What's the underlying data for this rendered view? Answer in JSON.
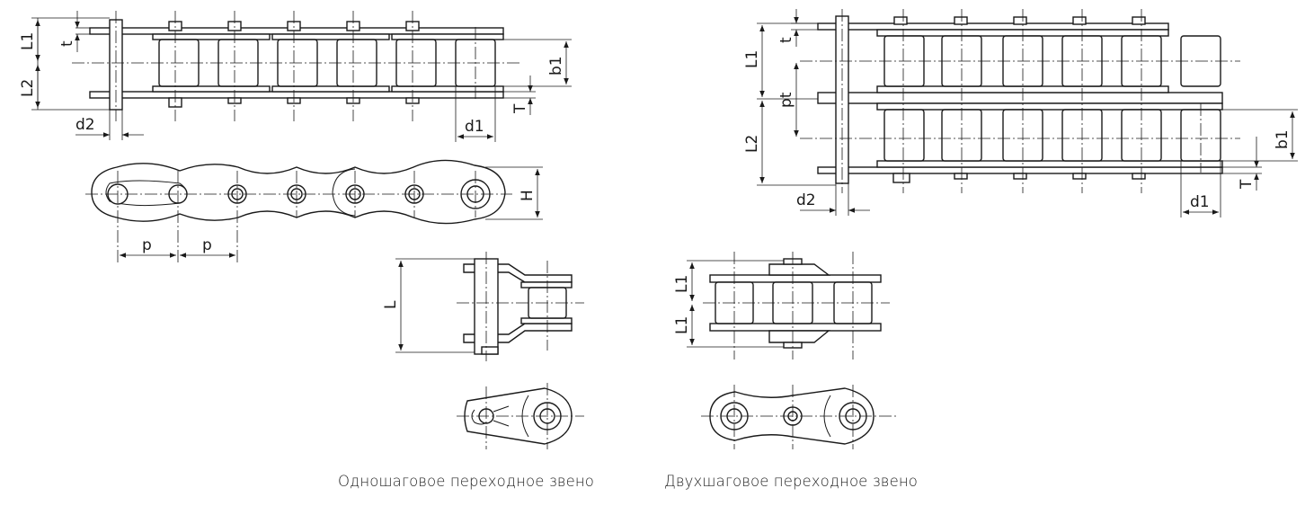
{
  "dimension_labels": {
    "L1": "L1",
    "L2": "L2",
    "t": "t",
    "b1": "b1",
    "T": "T",
    "d1": "d1",
    "d2": "d2",
    "H": "H",
    "p": "p",
    "pt": "pt",
    "L": "L"
  },
  "captions": {
    "single_step_link": "Одношаговое переходное звено",
    "double_step_link": "Двухшаговое переходное звено"
  }
}
